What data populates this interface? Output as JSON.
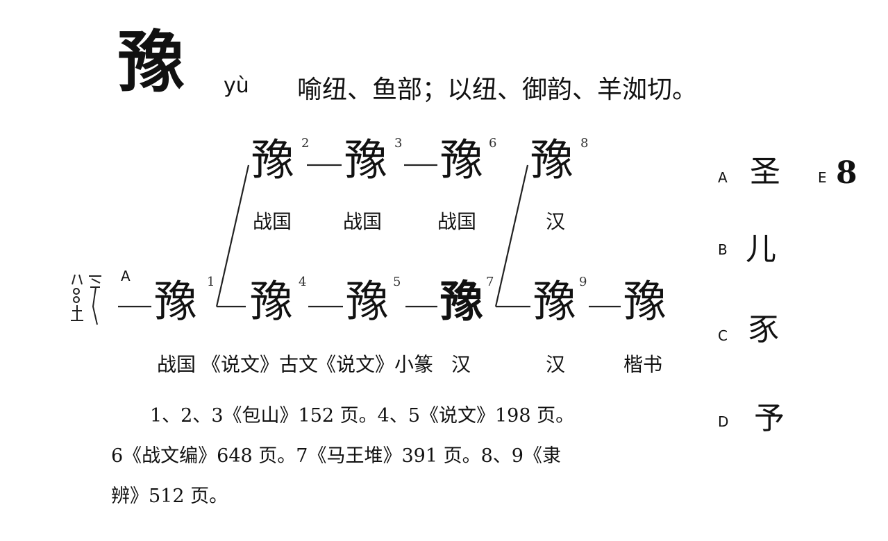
{
  "header": {
    "char": "豫",
    "pinyin": "yù",
    "reading": "喻纽、鱼部；以纽、御韵、羊洳切。"
  },
  "evolution": {
    "top_row": [
      {
        "num": "2",
        "glyph": "豫",
        "label": "战国"
      },
      {
        "num": "3",
        "glyph": "豫",
        "label": "战国"
      },
      {
        "num": "6",
        "glyph": "豫",
        "label": "战国"
      },
      {
        "num": "8",
        "glyph": "豫",
        "label": "汉"
      }
    ],
    "bottom_row": [
      {
        "num": "1",
        "glyph": "豫",
        "label": "战国"
      },
      {
        "num": "4",
        "glyph": "豫",
        "label": "《说文》古文"
      },
      {
        "num": "5",
        "glyph": "豫",
        "label": "《说文》小篆"
      },
      {
        "num": "7",
        "glyph": "豫",
        "label": "汉"
      },
      {
        "num": "9",
        "glyph": "豫",
        "label": "汉"
      },
      {
        "num": "",
        "glyph": "豫",
        "label": "楷书"
      }
    ],
    "annotation_letter": "A"
  },
  "notes": [
    "1、2、3《包山》152 页。4、5《说文》198 页。",
    "6《战文编》648 页。7《马王堆》391 页。8、9《隶",
    "辨》512 页。"
  ],
  "components": {
    "a": {
      "letter": "A",
      "glyph": "圣"
    },
    "b": {
      "letter": "B",
      "glyph": "儿"
    },
    "c": {
      "letter": "C",
      "glyph": "豕"
    },
    "d": {
      "letter": "D",
      "glyph": "予"
    },
    "e": {
      "letter": "E",
      "glyph": "8"
    }
  }
}
